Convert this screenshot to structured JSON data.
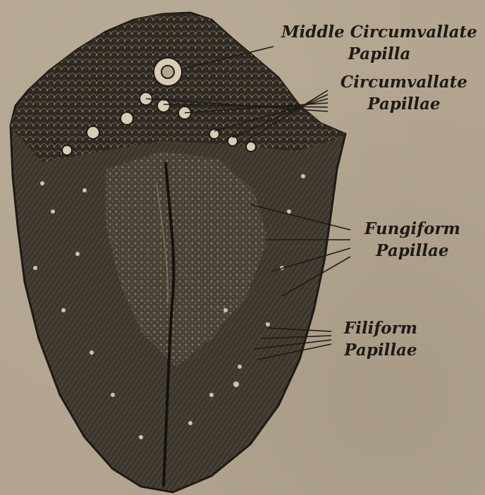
{
  "labels": {
    "middle_circumvallate": {
      "line1": "Middle Circumvallate",
      "line2": "Papilla"
    },
    "circumvallate": {
      "line1": "Circumvallate",
      "line2": "Papillae"
    },
    "fungiform": {
      "line1": "Fungiform",
      "line2": "Papillae"
    },
    "filiform": {
      "line1": "Filiform",
      "line2": "Papillae"
    }
  },
  "colors": {
    "background": "#b3a58f",
    "ink": "#1e1a15",
    "tongue_fill": "#3b342c",
    "papilla_light": "#d8ccb6"
  }
}
